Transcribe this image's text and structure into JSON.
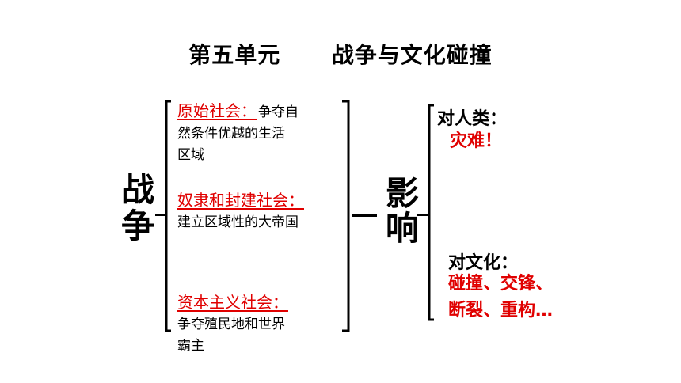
{
  "title": "第五单元      战争与文化碰撞",
  "war": {
    "char1": "战",
    "char2": "争"
  },
  "eras": [
    {
      "heading": "原始社会：",
      "desc_lines": [
        "争夺自",
        "然条件优越的生活",
        "区域"
      ]
    },
    {
      "heading": "奴隶和封建社会：",
      "desc_lines": [
        "建立区域性的大帝国"
      ]
    },
    {
      "heading": "资本主义社会：",
      "desc_lines": [
        "争夺殖民地和世界",
        "霸主"
      ]
    }
  ],
  "impact": {
    "char1": "影",
    "char2": "响",
    "on_humanity": {
      "heading": "对人类：",
      "value": "灾难！"
    },
    "on_culture": {
      "heading": "对文化：",
      "value_lines": [
        "碰撞、交锋、",
        "断裂、重构…"
      ]
    }
  },
  "colors": {
    "accent_red": "#e00000",
    "text": "#000000",
    "background": "#ffffff"
  }
}
